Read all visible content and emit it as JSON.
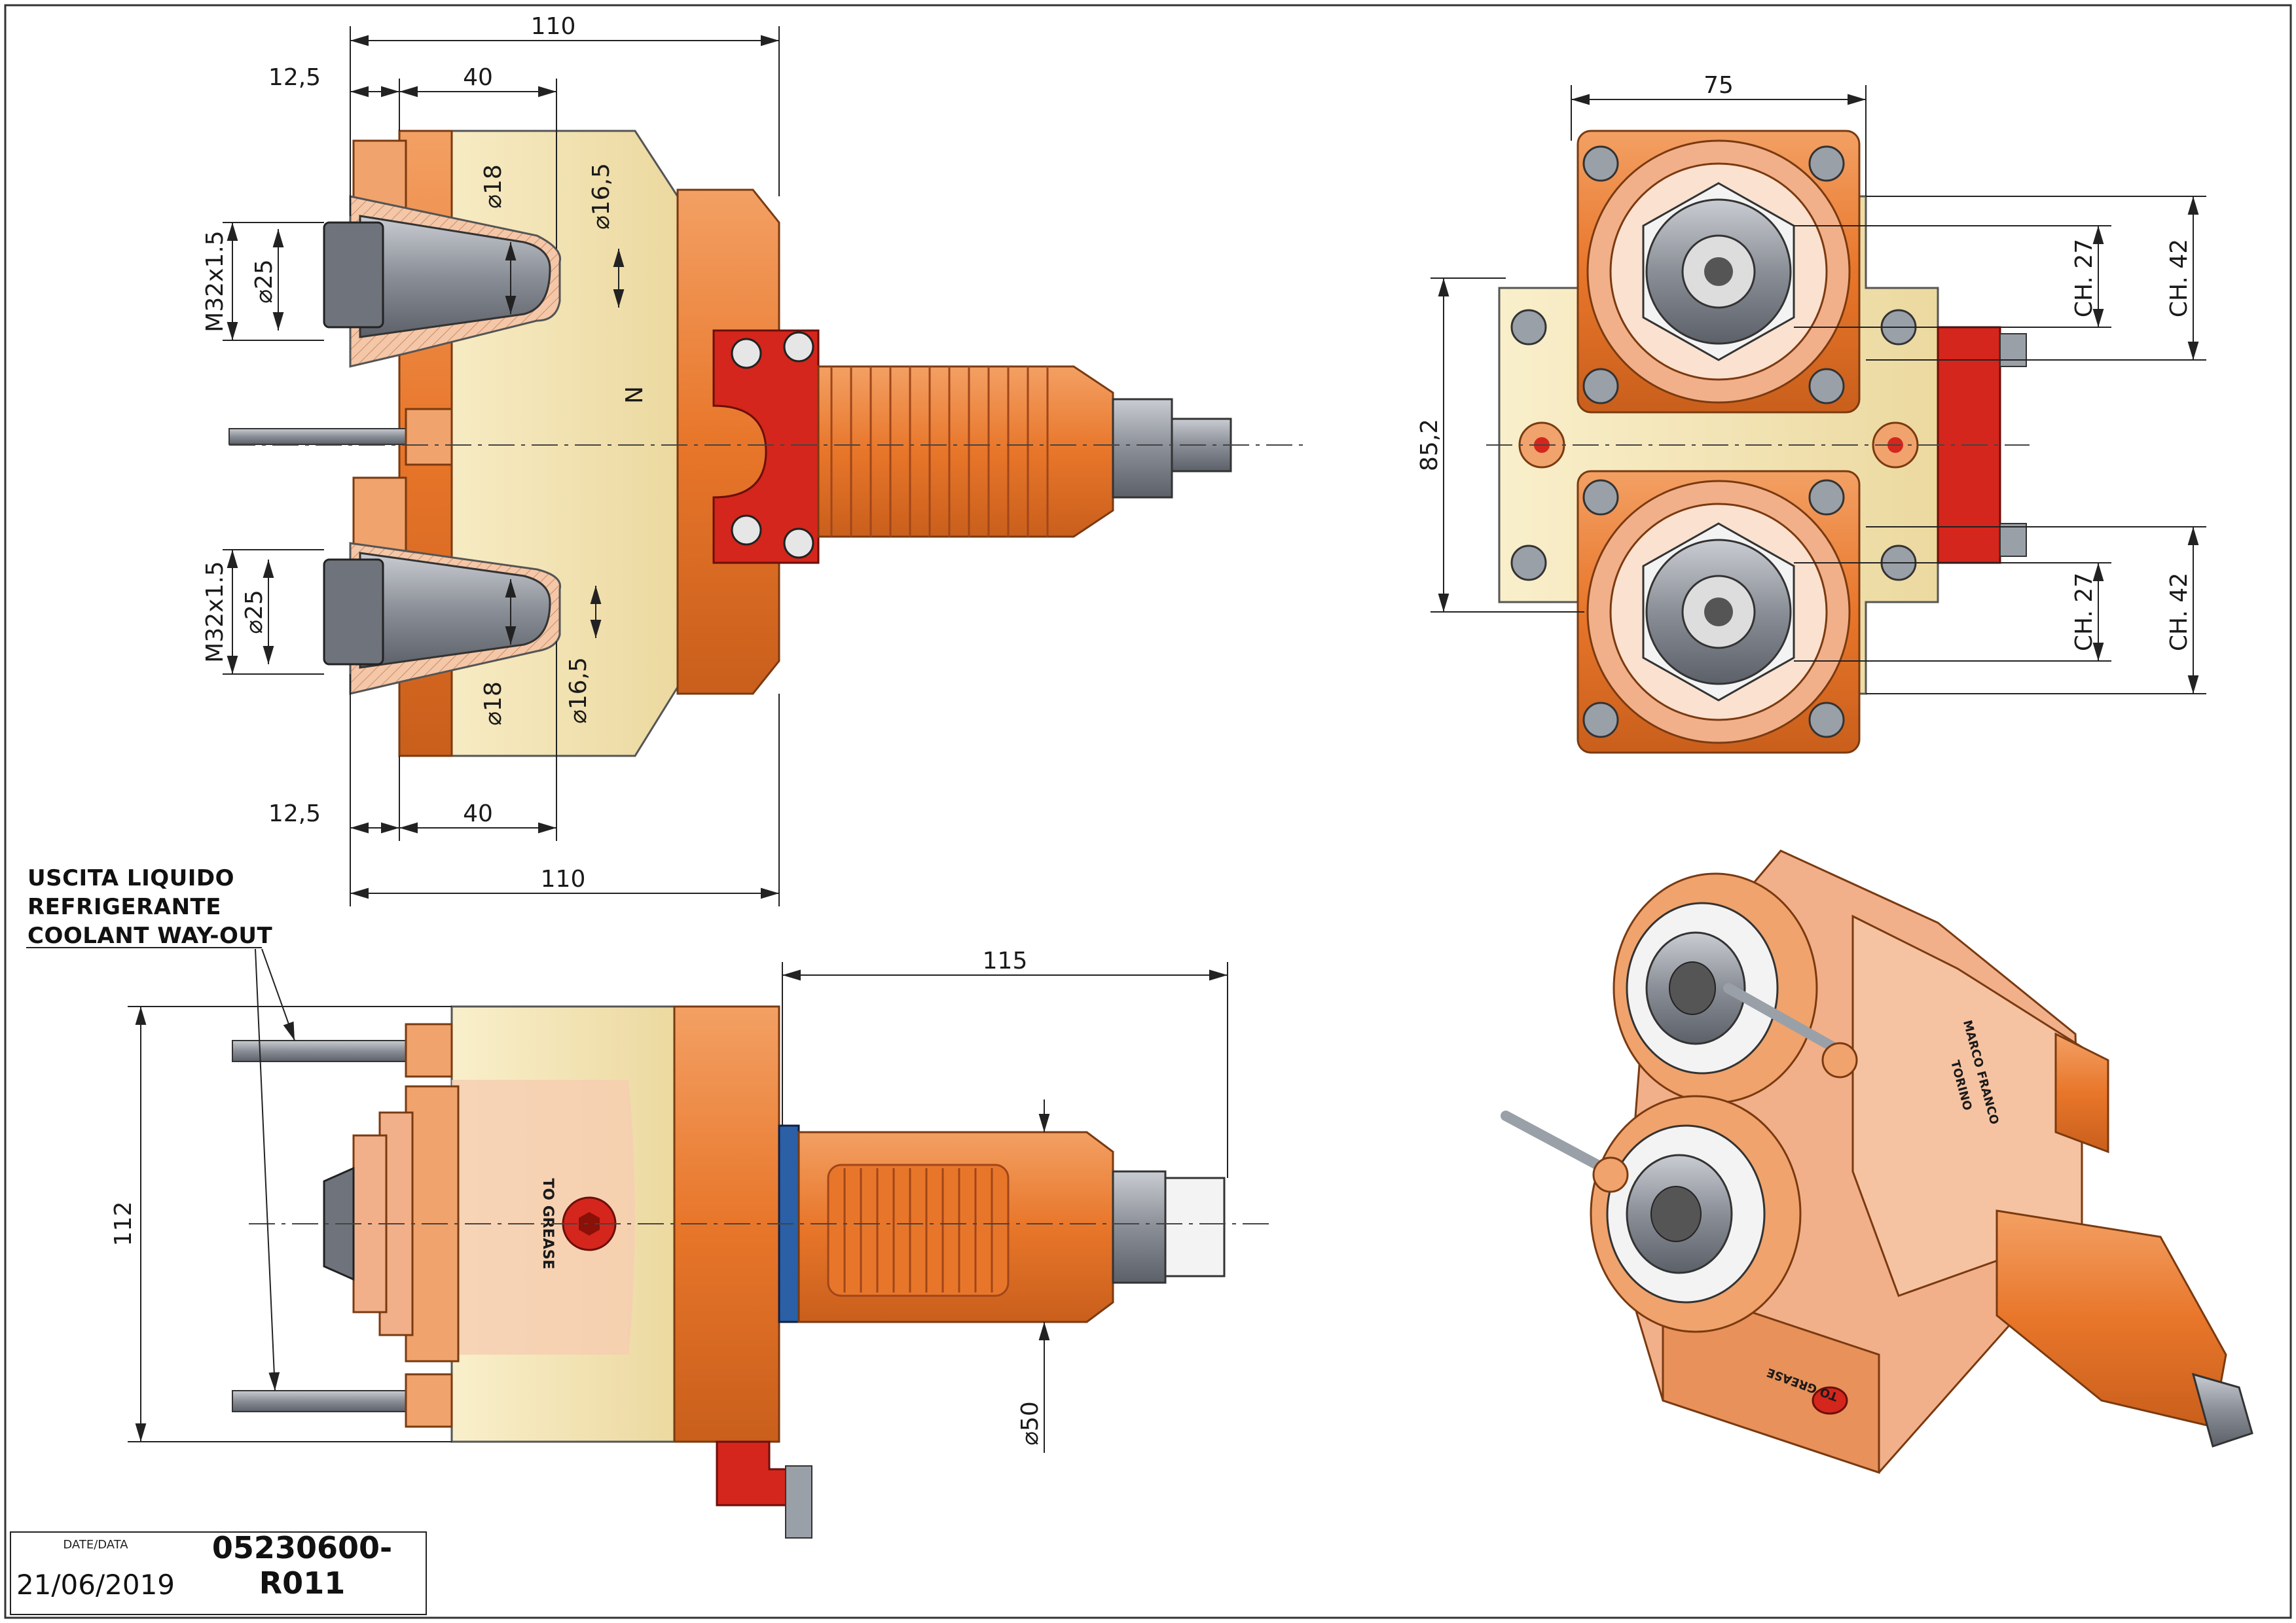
{
  "drawing": {
    "dimensions": {
      "front_top_110": "110",
      "front_12_5_top": "12,5",
      "front_40_top": "40",
      "front_12_5_bottom": "12,5",
      "front_40_bottom": "40",
      "front_110_bottom": "110",
      "thread_upper": "M32x1.5",
      "thread_lower": "M32x1.5",
      "dia25_upper": "⌀25",
      "dia25_lower": "⌀25",
      "dia18_upper": "⌀18",
      "dia18_lower": "⌀18",
      "dia16_5_upper": "⌀16,5",
      "dia16_5_lower": "⌀16,5",
      "side_75": "75",
      "side_85_2": "85,2",
      "ch27_upper": "CH. 27",
      "ch27_lower": "CH. 27",
      "ch42_upper": "CH. 42",
      "ch42_lower": "CH. 42",
      "bottom_115": "115",
      "bottom_112": "112",
      "bottom_dia50": "⌀50"
    },
    "labels": {
      "grease_side": "TO GREASE",
      "grease_iso": "TO GREASE",
      "brand_line1": "MARCO FRANCO",
      "brand_line2": "TORINO",
      "marker_n": "N"
    }
  },
  "note": {
    "line1": "USCITA LIQUIDO",
    "line2": "REFRIGERANTE",
    "line3": "COOLANT WAY-OUT"
  },
  "title_block": {
    "date_label": "DATE/DATA",
    "date_value": "21/06/2019",
    "code_value": "05230600-R011"
  },
  "colors": {
    "orange": "#e8762a",
    "orange_dark": "#c95f1c",
    "cream": "#f7ecc4",
    "salmon": "#f2b08a",
    "red": "#d4261c",
    "steel": "#8a8e96",
    "line": "#333333"
  }
}
